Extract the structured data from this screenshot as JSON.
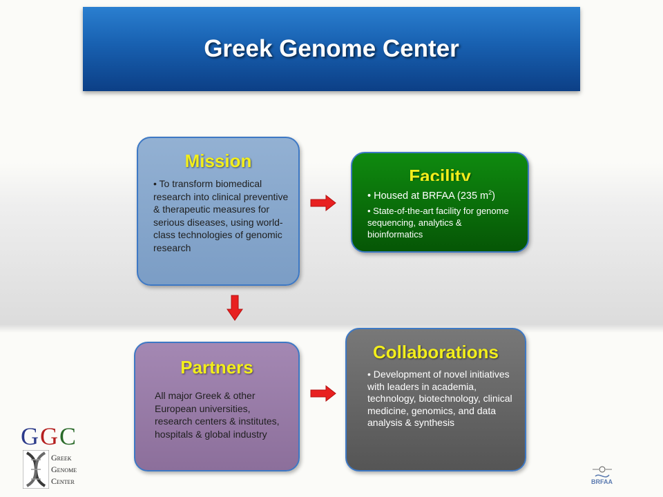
{
  "title": "Greek Genome Center",
  "colors": {
    "banner": "#1860b0",
    "heading_text": "#f2ee1c",
    "arrow": "#e82020",
    "mission_box": "#85a5ca",
    "facility_box": "#0a7a0a",
    "partners_box": "#9a7ca8",
    "collaborations_box": "#666666"
  },
  "mission": {
    "heading": "Mission",
    "bullet": "• To transform biomedical research into clinical preventive & therapeutic measures for serious diseases, using world-class technologies of genomic research"
  },
  "facility": {
    "heading": "Facility",
    "bullet1_prefix": "• Housed at BRFAA (235 m",
    "bullet1_sup": "2",
    "bullet1_suffix": ")",
    "bullet2": "• State-of-the-art facility  for genome sequencing, analytics & bioinformatics"
  },
  "partners": {
    "heading": "Partners",
    "text": "All major Greek & other European universities, research centers & institutes, hospitals & global industry"
  },
  "collaborations": {
    "heading": "Collaborations",
    "bullet": "•   Development of novel initiatives with leaders in academia, technology, biotechnology, clinical medicine, genomics, and data analysis & synthesis"
  },
  "logo": {
    "letters": [
      "G",
      "G",
      "C"
    ],
    "letter_colors": [
      "#2b3a8a",
      "#b52020",
      "#2a6a2a"
    ],
    "words": [
      "Greek",
      "Genome",
      "Center"
    ]
  },
  "brfaa_logo": {
    "label": "BRFAA"
  }
}
